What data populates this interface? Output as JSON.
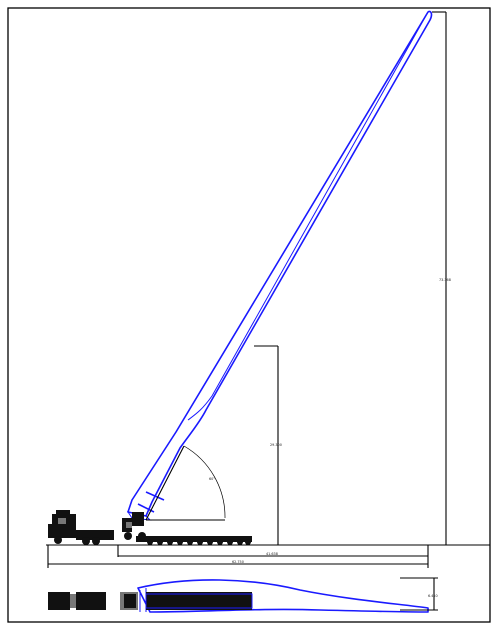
{
  "drawing": {
    "dimensions": {
      "tip_height": "73.368",
      "boom_height": "29.300",
      "reach_short": "41.638",
      "reach_total": "62.750",
      "blade_chord": "6.410",
      "tilt_angle": "60°"
    },
    "colors": {
      "blade": "#1a1aff",
      "vehicle": "#111111",
      "lines": "#000000"
    }
  }
}
